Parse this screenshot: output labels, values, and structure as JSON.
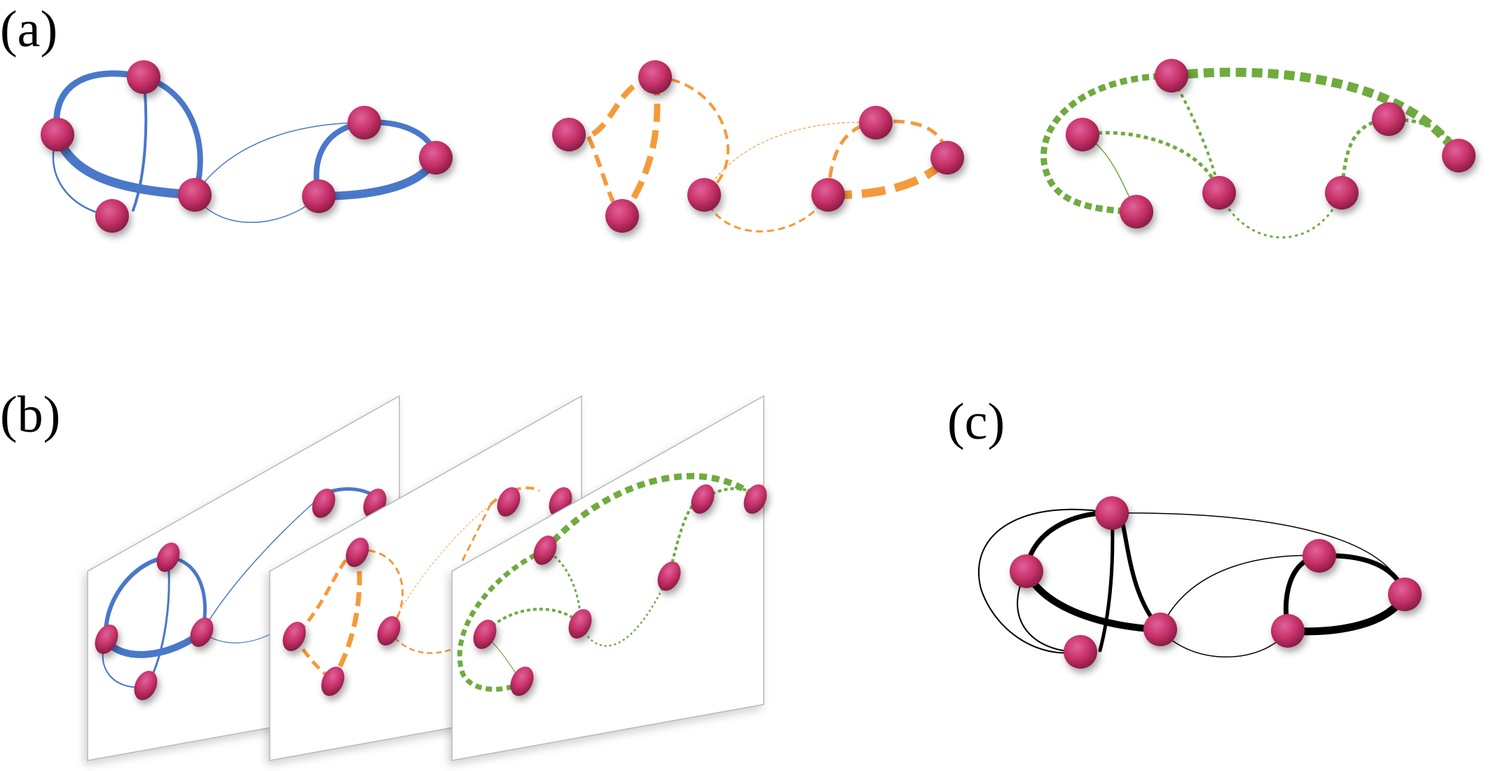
{
  "labels": {
    "a": "(a)",
    "b": "(b)",
    "c": "(c)"
  },
  "colors": {
    "node": "#c8336a",
    "layer1": "#4a78c9",
    "layer2": "#f59a3a",
    "layer3": "#6fab3f",
    "aggregate": "#000000",
    "plane_stroke": "#b8b8b8"
  },
  "legend": {}
}
